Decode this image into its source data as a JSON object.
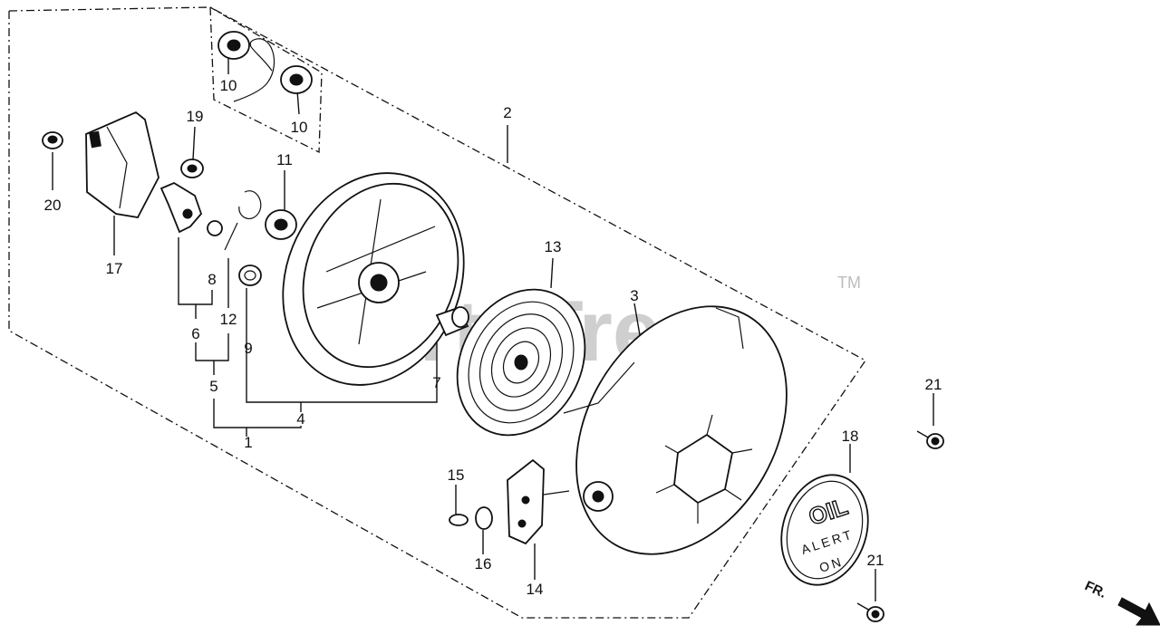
{
  "diagram": {
    "watermark": "PartsTree",
    "watermark_tm": "TM",
    "front_indicator": "FR.",
    "plate": {
      "line1": "OIL",
      "line2": "ALERT",
      "line3": "ON"
    },
    "callouts": [
      {
        "id": "c1",
        "label": "1"
      },
      {
        "id": "c2",
        "label": "2"
      },
      {
        "id": "c3",
        "label": "3"
      },
      {
        "id": "c4",
        "label": "4"
      },
      {
        "id": "c5",
        "label": "5"
      },
      {
        "id": "c6",
        "label": "6"
      },
      {
        "id": "c7",
        "label": "7"
      },
      {
        "id": "c8",
        "label": "8"
      },
      {
        "id": "c9",
        "label": "9"
      },
      {
        "id": "c10a",
        "label": "10"
      },
      {
        "id": "c10b",
        "label": "10"
      },
      {
        "id": "c11",
        "label": "11"
      },
      {
        "id": "c12",
        "label": "12"
      },
      {
        "id": "c13",
        "label": "13"
      },
      {
        "id": "c14",
        "label": "14"
      },
      {
        "id": "c15",
        "label": "15"
      },
      {
        "id": "c16",
        "label": "16"
      },
      {
        "id": "c17",
        "label": "17"
      },
      {
        "id": "c18",
        "label": "18"
      },
      {
        "id": "c19",
        "label": "19"
      },
      {
        "id": "c20",
        "label": "20"
      },
      {
        "id": "c21a",
        "label": "21"
      },
      {
        "id": "c21b",
        "label": "21"
      }
    ]
  }
}
